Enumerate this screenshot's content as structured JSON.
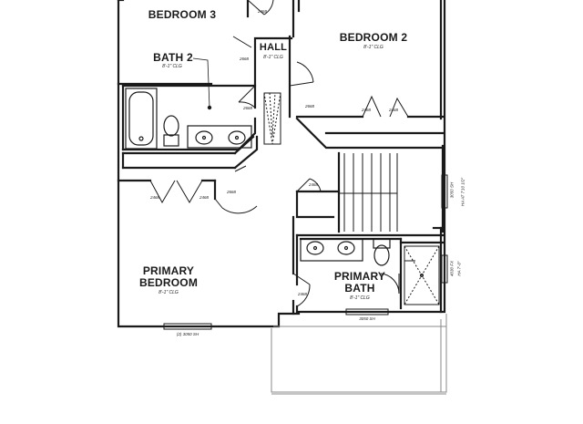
{
  "rooms": {
    "bedroom3": {
      "name": "BEDROOM 3"
    },
    "bath2": {
      "name": "BATH 2",
      "ceiling": "8'-1\" CLG"
    },
    "hall": {
      "name": "HALL",
      "ceiling": "8'-1\" CLG"
    },
    "bedroom2": {
      "name": "BEDROOM 2",
      "ceiling": "8'-1\" CLG"
    },
    "primary_bedroom": {
      "name_line1": "PRIMARY",
      "name_line2": "BEDROOM",
      "ceiling": "8'-1\" CLG"
    },
    "primary_bath": {
      "name_line1": "PRIMARY",
      "name_line2": "BATH",
      "ceiling": "8'-1\" CLG"
    }
  },
  "annotations": {
    "door_2468": "2468",
    "door_2668": "2668",
    "window_bottom_left": "(2) 3050 SH",
    "window_bottom_right": "3050 SH",
    "right_wall_upper": "3050 SH",
    "right_wall_upper_sub": "HA AT 7'10 1/2\"",
    "right_wall_lower": "4030 FX",
    "right_wall_lower_sub": "HA 7'-0\""
  },
  "colors": {
    "line": "#1a1a1a",
    "light_line": "#888888",
    "background": "#ffffff"
  }
}
